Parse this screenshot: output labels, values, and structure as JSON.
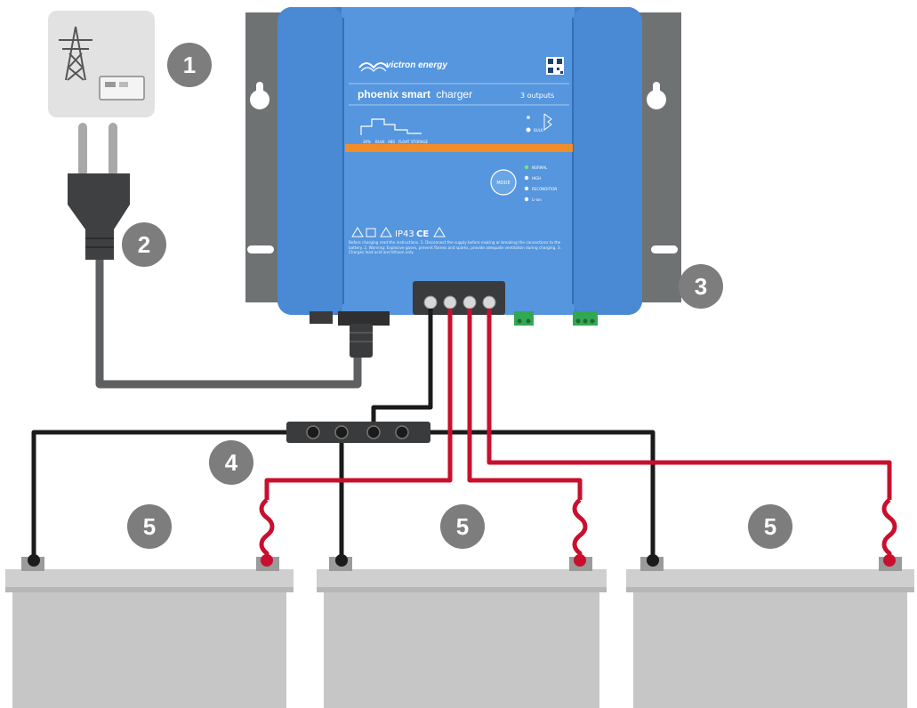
{
  "charger": {
    "brand": "victron energy",
    "product_bold": "phoenix smart",
    "product_light": "charger",
    "outputs": "3 outputs",
    "mode_button": "MODE",
    "ip_rating": "IP43",
    "ce_mark": "CE",
    "led_labels": [
      "NORMAL",
      "HIGH",
      "RECONDITION",
      "Li-ion"
    ],
    "bulk_label": "BULK",
    "warning_text": "Before charging read the instructions. 1. Disconnect the supply before making or breaking the connections to the battery. 2. Warning: Explosive gases, prevent flames and sparks, provide adequate ventilation during charging. 3. Charges lead acid and lithium only.",
    "stage_labels": [
      "30%",
      "BULK",
      "ABS",
      "FLOAT",
      "STORAGE"
    ]
  },
  "markers": {
    "mains_supply": "1",
    "plug": "2",
    "charger": "3",
    "busbar": "4",
    "battery_1": "5",
    "battery_2": "5",
    "battery_3": "5"
  },
  "colors": {
    "charger_blue": "#4d8fd6",
    "mount_gray": "#6f7273",
    "cable_gray": "#5e5f61",
    "positive_red": "#c8102e",
    "negative_black": "#1b1b1b",
    "battery_gray": "#c6c6c6",
    "marker_gray": "#7d7d7d",
    "accent_orange": "#f28c28",
    "terminal_green": "#33a852"
  }
}
